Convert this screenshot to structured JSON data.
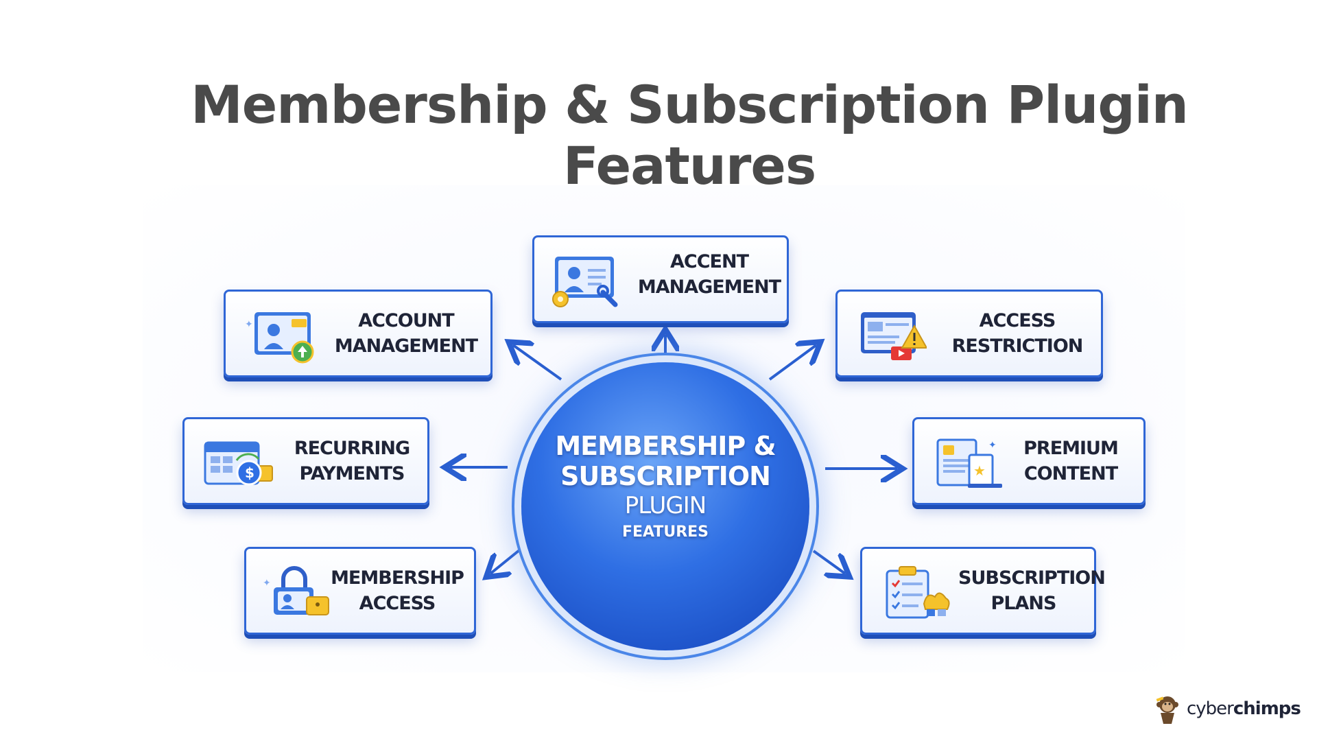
{
  "title": "Membership & Subscription Plugin Features",
  "hub": {
    "line1": "MEMBERSHIP &",
    "line1b": "SUBSCRIPTION",
    "line2": "PLUGIN",
    "line3": "FEATURES"
  },
  "features": {
    "accent": "ACCENT\nMANAGEMENT",
    "account": "ACCOUNT\nMANAGEMENT",
    "access": "ACCESS\nRESTRICTION",
    "recurring": "RECURRING\nPAYMENTS",
    "premium": "PREMIUM\nCONTENT",
    "membership": "MEMBERSHIP\nACCESS",
    "subscription": "SUBSCRIPTION\nPLANS"
  },
  "brand": {
    "name_light": "cyber",
    "name_bold": "chimps"
  },
  "colors": {
    "primary_blue": "#2f66d6",
    "accent_yellow": "#f5c22b",
    "title_gray": "#4a4a4a"
  }
}
